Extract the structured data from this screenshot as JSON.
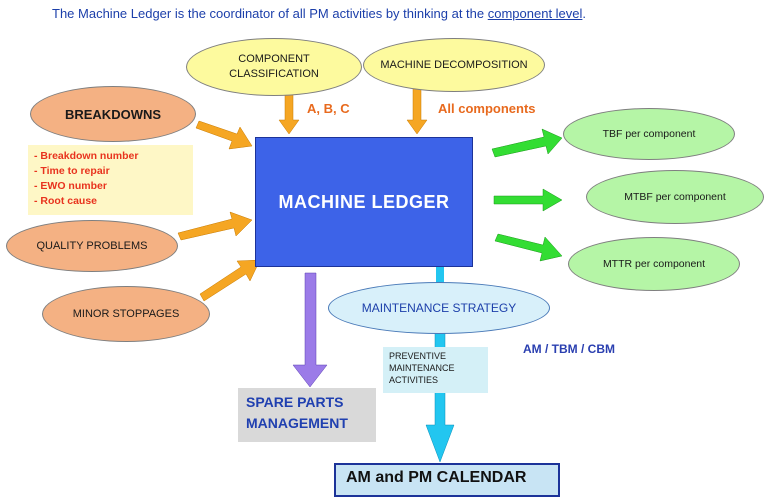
{
  "title": {
    "text_before": "The Machine Ledger is the coordinator of all PM activities by thinking at the ",
    "text_link": "component level",
    "text_after": "."
  },
  "nodes": {
    "component_classification": "COMPONENT\nCLASSIFICATION",
    "machine_decomposition": "MACHINE DECOMPOSITION",
    "breakdowns": "BREAKDOWNS",
    "quality_problems": "QUALITY PROBLEMS",
    "minor_stoppages": "MINOR STOPPAGES",
    "machine_ledger": "MACHINE  LEDGER",
    "tbf": "TBF per component",
    "mtbf": "MTBF per component",
    "mttr": "MTTR per component",
    "maintenance_strategy": "MAINTENANCE STRATEGY"
  },
  "labels": {
    "abc": "A, B, C",
    "all_components": "All  components",
    "am_tbm_cbm": "AM / TBM / CBM"
  },
  "breakdown_details": [
    "- Breakdown number",
    "- Time to repair",
    "- EWO number",
    "- Root cause"
  ],
  "spare_parts": [
    "SPARE PARTS",
    "MANAGEMENT"
  ],
  "preventive": [
    "PREVENTIVE",
    "MAINTENANCE",
    "ACTIVITIES"
  ],
  "calendar": "AM and PM CALENDAR",
  "colors": {
    "ledger_blue": "#3d63e8",
    "input_orange": "#f4b183",
    "arrow_orange": "#f5a623",
    "output_green": "#b5f5a6",
    "arrow_green": "#33dd33",
    "arrow_purple": "#9b7be8",
    "arrow_cyan": "#22c6f0"
  }
}
